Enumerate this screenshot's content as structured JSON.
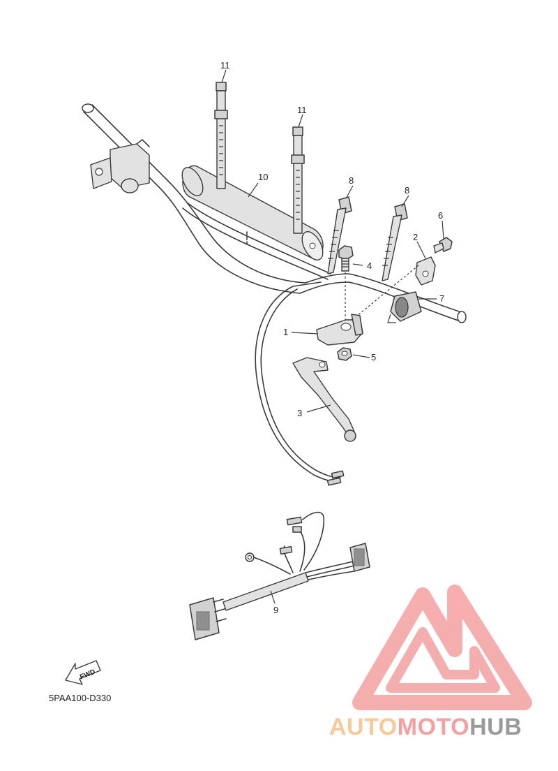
{
  "diagram": {
    "callouts": [
      {
        "id": "1",
        "label": "1"
      },
      {
        "id": "2",
        "label": "2"
      },
      {
        "id": "3",
        "label": "3"
      },
      {
        "id": "4",
        "label": "4"
      },
      {
        "id": "5",
        "label": "5"
      },
      {
        "id": "6",
        "label": "6"
      },
      {
        "id": "7",
        "label": "7"
      },
      {
        "id": "8a",
        "label": "8"
      },
      {
        "id": "8b",
        "label": "8"
      },
      {
        "id": "9",
        "label": "9"
      },
      {
        "id": "10",
        "label": "10"
      },
      {
        "id": "11a",
        "label": "11"
      },
      {
        "id": "11b",
        "label": "11"
      }
    ],
    "fwd_label": "FWD",
    "diagram_code": "5PAA100-D330"
  },
  "watermark": {
    "part1": "AUTO",
    "part2": "MOTO",
    "part3": "HUB",
    "colors": {
      "auto": "#f7c99a",
      "moto": "#f4a0a0",
      "hub": "#9a9a9a",
      "logo": "#f4a0a0"
    }
  }
}
